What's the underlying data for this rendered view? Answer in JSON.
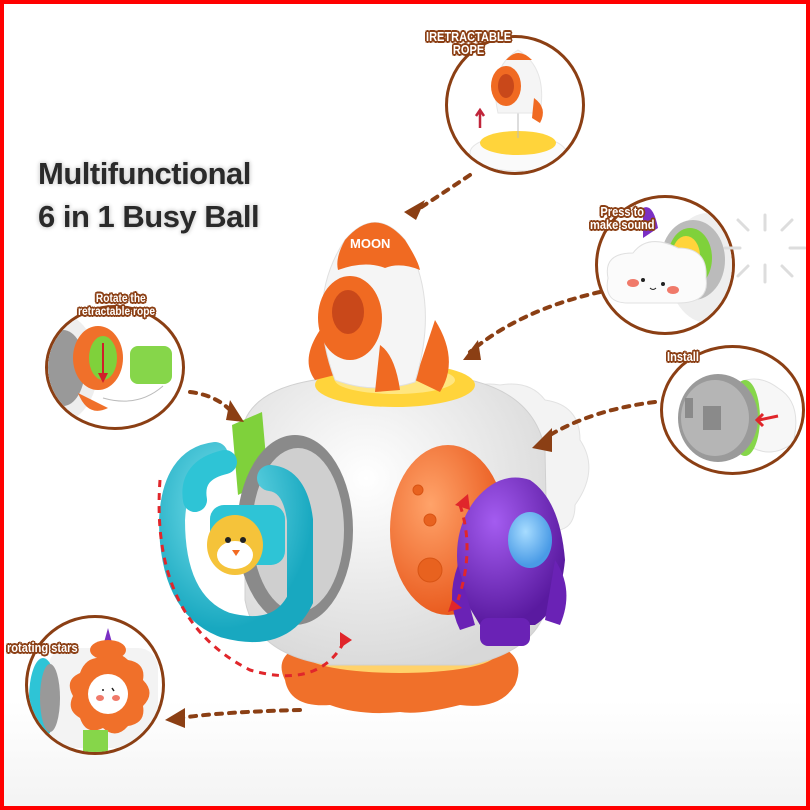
{
  "product": {
    "title_line1": "Multifunctional",
    "title_line2": "6 in 1 Busy Ball",
    "toy_rocket_text": "MOON"
  },
  "callouts": [
    {
      "id": "retractable-rope",
      "label_line1": "IRETRACTABLE",
      "label_line2": "ROPE"
    },
    {
      "id": "press-to-make-sound",
      "label_line1": "Press to",
      "label_line2": "make sound"
    },
    {
      "id": "rotate-retractable-rope",
      "label_line1": "Rotate the",
      "label_line2": "retractable rope"
    },
    {
      "id": "install",
      "label_line1": "Install",
      "label_line2": ""
    },
    {
      "id": "rotating-stars",
      "label_line1": "rotating stars",
      "label_line2": ""
    }
  ],
  "colors": {
    "frame": "#ff0000",
    "callout_ring": "#8b3f14",
    "toy_orange": "#f26a21",
    "toy_teal": "#2ec4d6",
    "toy_purple": "#7b2fc4",
    "toy_green": "#7fd13b",
    "toy_yellow": "#ffd43b",
    "toy_white": "#f4f4f4",
    "toy_gray": "#8a8a8a",
    "arrow_red": "#e0262b"
  }
}
